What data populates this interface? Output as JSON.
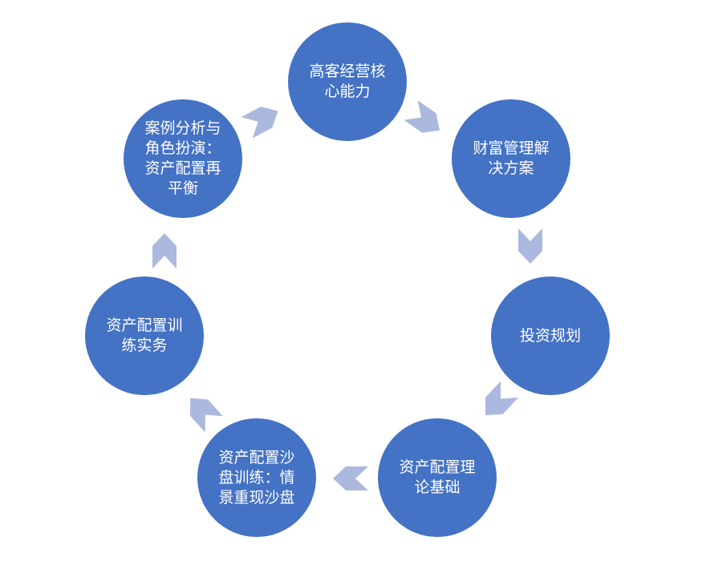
{
  "colors": {
    "node_fill": "#4472C4",
    "arrow_fill": "#AAB9DD",
    "label_text": "#FFFFFF",
    "background": "#FFFFFF"
  },
  "arrow_icon": "chevron-arrow-icon",
  "nodes": [
    {
      "id": "high-customer-core-competence",
      "label": "高客经营核\n心能力"
    },
    {
      "id": "wealth-management-solution",
      "label": "财富管理解\n决方案"
    },
    {
      "id": "investment-planning",
      "label": "投资规划"
    },
    {
      "id": "asset-allocation-theory",
      "label": "资产配置理\n论基础"
    },
    {
      "id": "asset-allocation-sandbox",
      "label": "资产配置沙\n盘训练：情\n景重现沙盘"
    },
    {
      "id": "asset-allocation-practice",
      "label": "资产配置训\n练实务"
    },
    {
      "id": "case-analysis-role-play",
      "label": "案例分析与\n角色扮演：\n资产配置再\n平衡"
    }
  ]
}
